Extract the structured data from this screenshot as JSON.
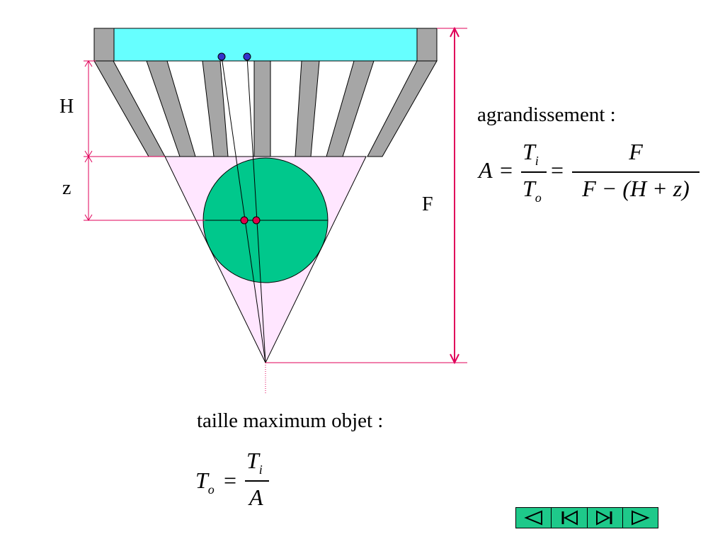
{
  "labels": {
    "H": "H",
    "z": "z",
    "F": "F"
  },
  "text": {
    "magnification_heading": "agrandissement :",
    "max_object_heading": "taille maximum objet  :"
  },
  "formula_A": {
    "A": "A",
    "eq1": "=",
    "T": "T",
    "i": "i",
    "o": "o",
    "eq2": "=",
    "numerator": "F",
    "denominator": "F − (H + z)"
  },
  "formula_To": {
    "T": "T",
    "o": "o",
    "eq": "=",
    "Ti_T": "T",
    "i": "i",
    "A": "A"
  },
  "nav": {
    "buttons": [
      "previous",
      "first",
      "last",
      "next"
    ]
  },
  "colors": {
    "detector": "#66ffff",
    "septa": "#a6a6a6",
    "cone": "#ffe6ff",
    "object": "#00c88c",
    "dimension": "#e0005a",
    "source_point": "#3333cc",
    "object_point": "#e0004a",
    "nav_bg": "#1ec98a"
  }
}
